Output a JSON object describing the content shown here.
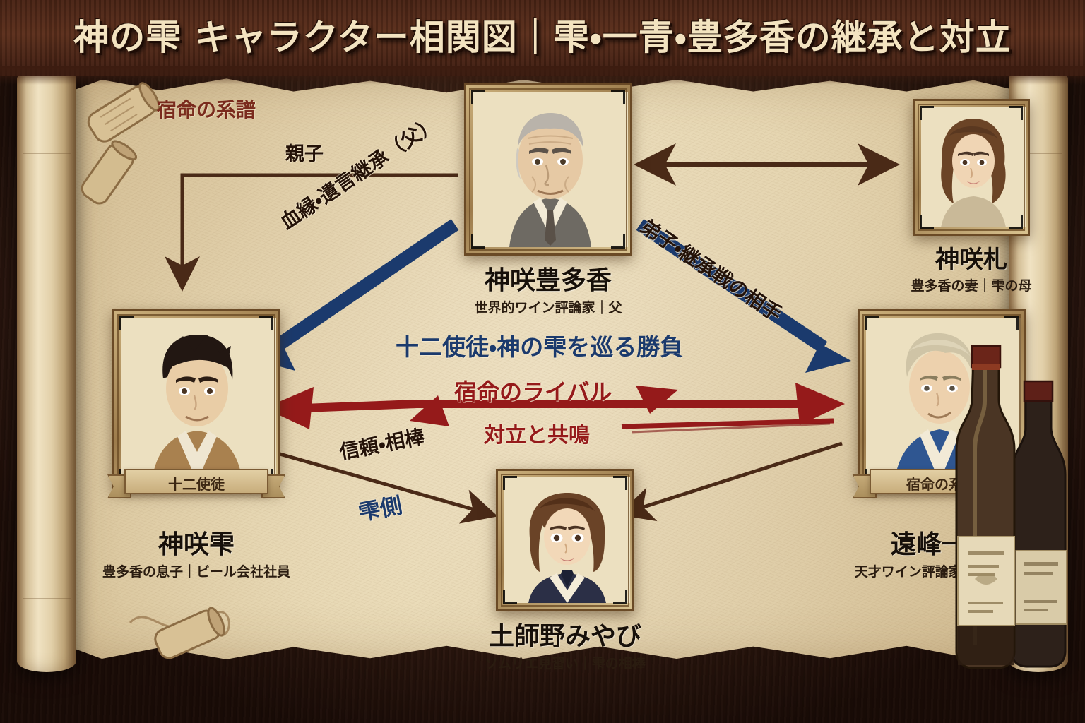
{
  "header": {
    "title": "神の雫 キャラクター相関図｜雫・一青・豊多香の継承と対立"
  },
  "sections": {
    "genealogy_heading": "宿命の系譜",
    "center_caption": "十二使徒・神の雫を巡る勝負"
  },
  "nodes": [
    {
      "id": "toyotaka",
      "name": "神咲豊多香",
      "role": "世界的ワイン評論家｜父",
      "portrait": "elderly-man-grey-hair-suit"
    },
    {
      "id": "fuda",
      "name": "神咲札",
      "role": "豊多香の妻｜雫の母",
      "portrait": "woman-brown-wavy-hair"
    },
    {
      "id": "shizuku",
      "name": "神咲雫",
      "role": "豊多香の息子｜ビール会社社員",
      "banner": "十二使徒",
      "portrait": "young-man-dark-hair-jacket"
    },
    {
      "id": "issei",
      "name": "遠峰一青",
      "role": "天才ワイン評論家｜ライバル",
      "banner": "宿命の系譜",
      "portrait": "blond-man-blue-blazer-wineglass"
    },
    {
      "id": "miyabi",
      "name": "土師野みやび",
      "role": "ソムリエ見習い｜雫の相棒",
      "portrait": "young-woman-bob-haircut"
    }
  ],
  "edges": [
    {
      "id": "parent-bracket",
      "label": "親子",
      "style": "dark-brown",
      "from": "toyotaka",
      "to": "shizuku"
    },
    {
      "id": "blood-will",
      "label": "血縁・遺言継承（父）",
      "style": "navy-thick",
      "from": "toyotaka",
      "to": "shizuku"
    },
    {
      "id": "disciple",
      "label": "弟子・継承戦の相手",
      "style": "navy-thick",
      "from": "toyotaka",
      "to": "issei"
    },
    {
      "id": "spouse",
      "label": "",
      "style": "dark-brown-bi",
      "from": "toyotaka",
      "to": "fuda"
    },
    {
      "id": "rival-top",
      "label": "宿命のライバル",
      "style": "red-thick",
      "from": "shizuku",
      "to": "issei"
    },
    {
      "id": "rival-bottom",
      "label": "対立と共鳴",
      "style": "red-thick",
      "from": "issei",
      "to": "shizuku"
    },
    {
      "id": "partner",
      "label": "信頼・相棒",
      "style": "dark-brown",
      "from": "shizuku",
      "to": "miyabi"
    },
    {
      "id": "partner-side",
      "label": "雫側",
      "style": "navy-text",
      "from": "shizuku",
      "to": "miyabi"
    },
    {
      "id": "issei-miyabi",
      "label": "",
      "style": "dark-brown",
      "from": "issei",
      "to": "miyabi"
    }
  ],
  "colors": {
    "navy": "#1b3a6d",
    "red": "#951a1a",
    "dark_brown": "#4a2a17",
    "parchment": "#ecdfbd",
    "wood": "#3d1e11",
    "heading_red": "#7a2b1d"
  },
  "decorations": [
    {
      "name": "wine-cork",
      "count": 3
    },
    {
      "name": "grape-vine",
      "count": 3
    },
    {
      "name": "wine-bottle",
      "count": 2
    }
  ]
}
